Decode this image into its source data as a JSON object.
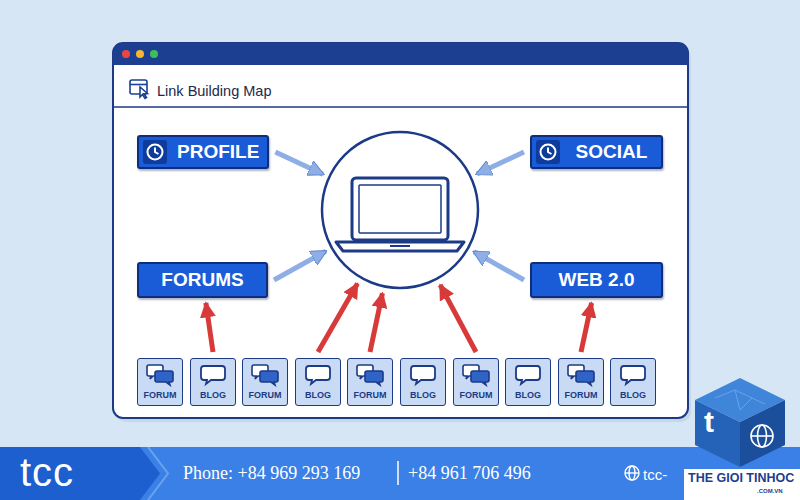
{
  "diagram": {
    "nodes": [
      {
        "text": [
          "Link Building Map"
        ]
      },
      {
        "text": [
          "PROFILE"
        ],
        "in": 0
      },
      {
        "text": [],
        "in": 0
      },
      {
        "text": [
          "SOCIAL"
        ],
        "in": 0
      },
      {
        "text": [
          "FORUMS"
        ],
        "in": 0
      },
      {
        "text": [
          "WEB 2.0"
        ],
        "in": 0
      },
      {
        "text": [
          "FORUM"
        ],
        "in": 0
      },
      {
        "text": [
          "BLOG"
        ],
        "in": 0
      },
      {
        "text": [
          "FORUM"
        ],
        "in": 0
      },
      {
        "text": [
          "BLOG"
        ],
        "in": 0
      },
      {
        "text": [
          "FORUM"
        ],
        "in": 0
      },
      {
        "text": [
          "BLOG"
        ],
        "in": 0
      },
      {
        "text": [
          "FORUM"
        ],
        "in": 0
      },
      {
        "text": [
          "BLOG"
        ],
        "in": 0
      },
      {
        "text": [
          "FORUM"
        ],
        "in": 0
      },
      {
        "text": [
          "BLOG"
        ],
        "in": 0
      },
      {
        "text": [
          "tcc",
          "Phone: +84 969 293 169",
          "+84 961 706 496",
          "tcc-"
        ]
      }
    ],
    "edges": [
      {
        "from": 1,
        "to": 2,
        "arrow": "to"
      },
      {
        "from": 3,
        "to": 2,
        "arrow": "to"
      },
      {
        "from": 4,
        "to": 2,
        "arrow": "to"
      },
      {
        "from": 5,
        "to": 2,
        "arrow": "to"
      },
      {
        "from": 7,
        "to": 4,
        "arrow": "to"
      },
      {
        "from": 9,
        "to": 2,
        "arrow": "to"
      },
      {
        "from": 10,
        "to": 2,
        "arrow": "to"
      },
      {
        "from": 12,
        "to": 2,
        "arrow": "to"
      },
      {
        "from": 14,
        "to": 5,
        "arrow": "to"
      }
    ],
    "labels": [
      "t",
      "THE GIOI TINHOC",
      ".COM.VN"
    ]
  }
}
